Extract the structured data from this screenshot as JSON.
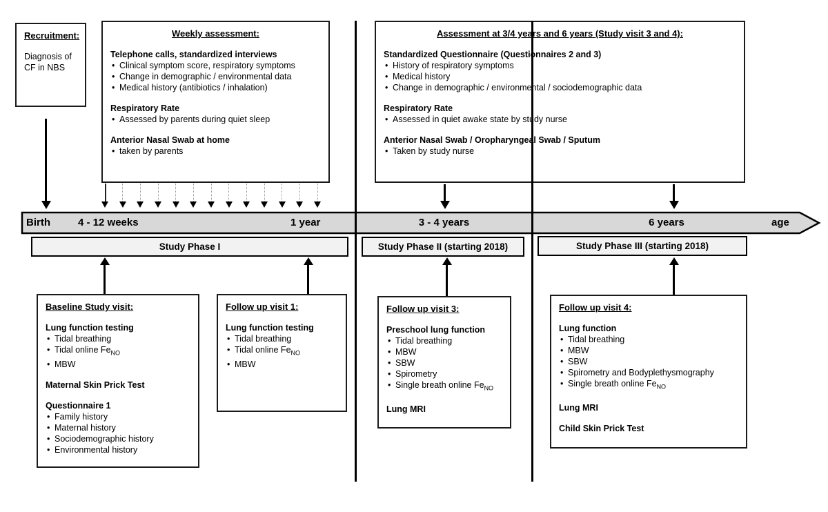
{
  "colors": {
    "timeline_fill": "#d8d8d8",
    "phase_fill": "#f2f2f2"
  },
  "recruitment": {
    "title": "Recruitment:",
    "body": "Diagnosis of CF in NBS"
  },
  "weekly": {
    "title": "Weekly assessment:",
    "sections": [
      {
        "heading": "Telephone calls, standardized interviews",
        "bullets": [
          {
            "text": "Clinical symptom score, respiratory symptoms"
          },
          {
            "text": "Change in demographic / environmental data"
          },
          {
            "text": "Medical history (antibiotics / inhalation)"
          }
        ]
      },
      {
        "heading": "Respiratory Rate",
        "bullets": [
          {
            "text": "Assessed by parents during quiet sleep"
          }
        ]
      },
      {
        "heading": "Anterior Nasal Swab at home",
        "bullets": [
          {
            "text": "taken by parents"
          }
        ]
      }
    ]
  },
  "assessment": {
    "title": "Assessment at 3/4 years and 6 years (Study visit 3 and 4):",
    "sections": [
      {
        "heading": "Standardized Questionnaire (Questionnaires 2 and 3)",
        "bullets": [
          {
            "text": "History of respiratory symptoms"
          },
          {
            "text": "Medical history"
          },
          {
            "text": "Change in demographic / environmental / sociodemographic data"
          }
        ]
      },
      {
        "heading": "Respiratory Rate",
        "bullets": [
          {
            "text": "Assessed in quiet awake state by study nurse"
          }
        ]
      },
      {
        "heading": "Anterior Nasal Swab / Oropharyngeal Swab / Sputum",
        "bullets": [
          {
            "text": "Taken by study nurse"
          }
        ]
      }
    ]
  },
  "timeline": {
    "birth": "Birth",
    "weeks": "4 - 12 weeks",
    "year1": "1 year",
    "years34": "3 - 4 years",
    "years6": "6 years",
    "age": "age"
  },
  "phases": {
    "p1": "Study Phase I",
    "p2": "Study Phase II (starting 2018)",
    "p3": "Study Phase III (starting 2018)"
  },
  "visits": {
    "baseline": {
      "title": "Baseline Study visit:",
      "sections": [
        {
          "heading": "Lung function testing",
          "bullets": [
            {
              "text": "Tidal breathing"
            },
            {
              "text": "Tidal online Fe",
              "sub": "NO"
            },
            {
              "text": "MBW"
            }
          ]
        },
        {
          "heading": "Maternal Skin Prick Test",
          "bullets": []
        },
        {
          "heading": "Questionnaire 1",
          "bullets": [
            {
              "text": "Family history"
            },
            {
              "text": "Maternal history"
            },
            {
              "text": "Sociodemographic history"
            },
            {
              "text": "Environmental history"
            }
          ]
        }
      ]
    },
    "fu1": {
      "title": "Follow up visit 1:",
      "sections": [
        {
          "heading": "Lung function testing",
          "bullets": [
            {
              "text": "Tidal breathing"
            },
            {
              "text": "Tidal online Fe",
              "sub": "NO"
            },
            {
              "text": "MBW"
            }
          ]
        }
      ]
    },
    "fu3": {
      "title": "Follow up visit 3:",
      "sections": [
        {
          "heading": "Preschool lung function",
          "bullets": [
            {
              "text": "Tidal breathing"
            },
            {
              "text": "MBW"
            },
            {
              "text": "SBW"
            },
            {
              "text": "Spirometry"
            },
            {
              "text": "Single breath online Fe",
              "sub": "NO"
            }
          ]
        },
        {
          "heading": "Lung MRI",
          "bullets": []
        }
      ]
    },
    "fu4": {
      "title": "Follow up visit 4:",
      "sections": [
        {
          "heading": "Lung function",
          "bullets": [
            {
              "text": "Tidal breathing"
            },
            {
              "text": "MBW"
            },
            {
              "text": "SBW"
            },
            {
              "text": "Spirometry and Bodyplethysmography"
            },
            {
              "text": "Single breath online Fe",
              "sub": "NO"
            }
          ]
        },
        {
          "heading": "Lung MRI",
          "bullets": []
        },
        {
          "heading": "Child Skin Prick Test",
          "bullets": []
        }
      ]
    }
  },
  "arrows": {
    "weekly_count": 13
  }
}
